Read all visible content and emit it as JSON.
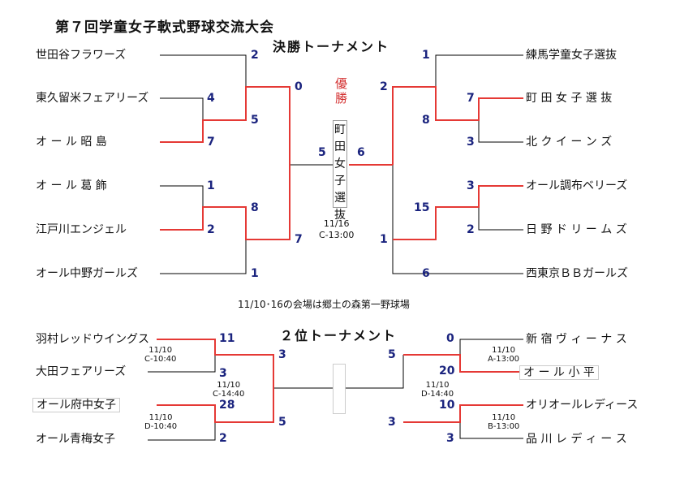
{
  "title": "第７回学童女子軟式野球交流大会",
  "main": {
    "heading": "決勝トーナメント",
    "champion_label": "優勝",
    "champion_team": "町田女子選抜",
    "final_schedule": [
      "11/16",
      "C-13:00"
    ],
    "teams": [
      {
        "name": "世田谷フラワーズ",
        "score": "2"
      },
      {
        "name": "東久留米フェアリーズ",
        "score": "4"
      },
      {
        "name": "オ ー ル 昭 島",
        "score": "7"
      },
      {
        "name": "オ ー ル 葛 飾",
        "score": "1"
      },
      {
        "name": "江戸川エンジェル",
        "score": "2"
      },
      {
        "name": "オール中野ガールズ",
        "score": "1"
      },
      {
        "name": "練馬学童女子選抜",
        "score": "1"
      },
      {
        "name": "町 田 女 子 選 抜",
        "score": "7"
      },
      {
        "name": "北 ク イ ー ン ズ",
        "score": "3"
      },
      {
        "name": "オール調布ベリーズ",
        "score": "3"
      },
      {
        "name": "日 野 ド リ ー ム ズ",
        "score": "2"
      },
      {
        "name": "西東京ＢＢガールズ",
        "score": "6"
      }
    ],
    "round2_scores": [
      "0",
      "5",
      "7",
      "8",
      "2",
      "1",
      "15",
      "8"
    ],
    "final_scores": [
      "5",
      "6"
    ]
  },
  "venue_note": "11/10･16の会場は郷土の森第一野球場",
  "second": {
    "heading": "２位トーナメント",
    "teams": [
      {
        "name": "羽村レッドウイングス",
        "score": "11"
      },
      {
        "name": "大田フェアリーズ",
        "score": "3"
      },
      {
        "name": "オール府中女子",
        "score": "28"
      },
      {
        "name": "オール青梅女子",
        "score": "2"
      },
      {
        "name": "新 宿 ヴ ィ ー ナ ス",
        "score": "0"
      },
      {
        "name": "オ ー ル 小 平",
        "score": "20"
      },
      {
        "name": "オリオールレディース",
        "score": "10"
      },
      {
        "name": "品 川 レ デ ィ ー ス",
        "score": "3"
      }
    ],
    "semi_scores": [
      "3",
      "5",
      "5",
      "3"
    ],
    "schedules": [
      [
        "11/10",
        "C-10:40"
      ],
      [
        "11/10",
        "C-14:40"
      ],
      [
        "11/10",
        "D-10:40"
      ],
      [
        "11/10",
        "A-13:00"
      ],
      [
        "11/10",
        "D-14:40"
      ],
      [
        "11/10",
        "B-13:00"
      ]
    ]
  },
  "colors": {
    "winner_line": "#e53935",
    "line": "#000000",
    "score": "#1a237e",
    "champion": "#d32f2f"
  }
}
